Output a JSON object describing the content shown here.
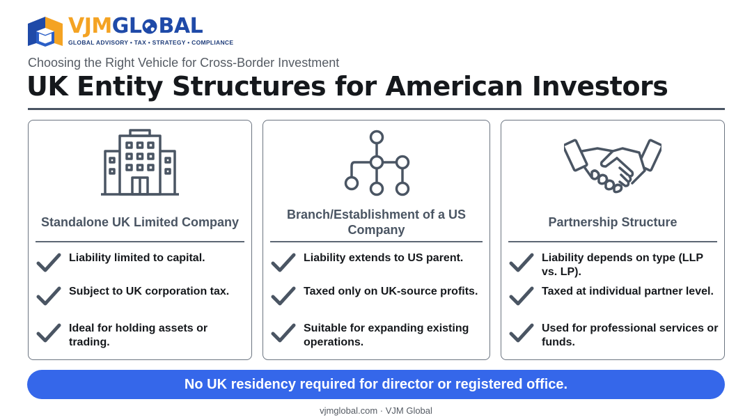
{
  "brand": {
    "name_part1": "VJM",
    "name_part2": "GL",
    "name_part3": "BAL",
    "tagline": "GLOBAL ADVISORY • TAX • STRATEGY • COMPLIANCE",
    "colors": {
      "orange": "#f4a323",
      "blue": "#1f4aa8"
    }
  },
  "header": {
    "subtitle": "Choosing the Right Vehicle for Cross-Border Investment",
    "title": "UK Entity Structures for American Investors"
  },
  "cards": [
    {
      "icon": "office-building-icon",
      "title": "Standalone UK Limited Company",
      "items": [
        "Liability limited to capital.",
        "Subject to UK corporation tax.",
        "Ideal for holding assets or trading."
      ]
    },
    {
      "icon": "branch-network-icon",
      "title": "Branch/Establishment of a US Company",
      "items": [
        "Liability extends to US parent.",
        "Taxed only on UK-source profits.",
        "Suitable for expanding existing operations."
      ]
    },
    {
      "icon": "handshake-icon",
      "title": "Partnership Structure",
      "items": [
        "Liability depends on type (LLP vs. LP).",
        "Taxed at individual partner level.",
        "Used for professional services or funds."
      ]
    }
  ],
  "banner": {
    "text": "No UK residency required for director or registered office."
  },
  "footer": {
    "text": "vjmglobal.com · VJM Global"
  },
  "colors": {
    "accent": "#3567ea",
    "icon_stroke": "#4a5563",
    "border": "#6b7480"
  }
}
